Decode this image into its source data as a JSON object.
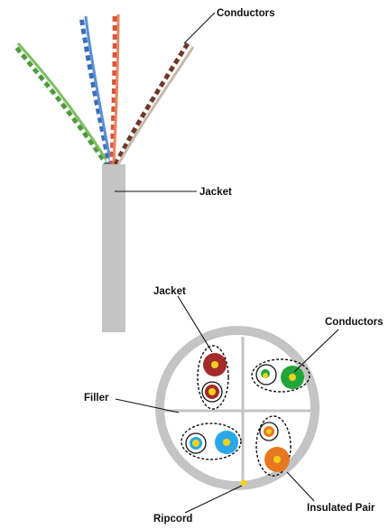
{
  "labels": {
    "conductors_top": "Conductors",
    "jacket_top": "Jacket",
    "jacket_cross": "Jacket",
    "conductors_cross": "Conductors",
    "filler": "Filler",
    "insulated_pair": "Insulated Pair",
    "ripcord": "Ripcord"
  },
  "wire_pairs": [
    {
      "name": "green",
      "color": "#4f9a3e",
      "stripe": "#ffffff"
    },
    {
      "name": "blue",
      "color": "#3b6fb6",
      "stripe": "#ffffff"
    },
    {
      "name": "orange",
      "color": "#d9543a",
      "stripe": "#ffffff"
    },
    {
      "name": "brown",
      "color": "#6b3a2a",
      "stripe": "#ffffff"
    }
  ],
  "conductor_colors": {
    "brown": "#a52a2a",
    "green": "#22a53a",
    "blue": "#2aa7e8",
    "orange": "#e87722",
    "copper": "#f2d21b",
    "jacket": "#c4c4c4",
    "ripcord": "#f2d21b"
  }
}
